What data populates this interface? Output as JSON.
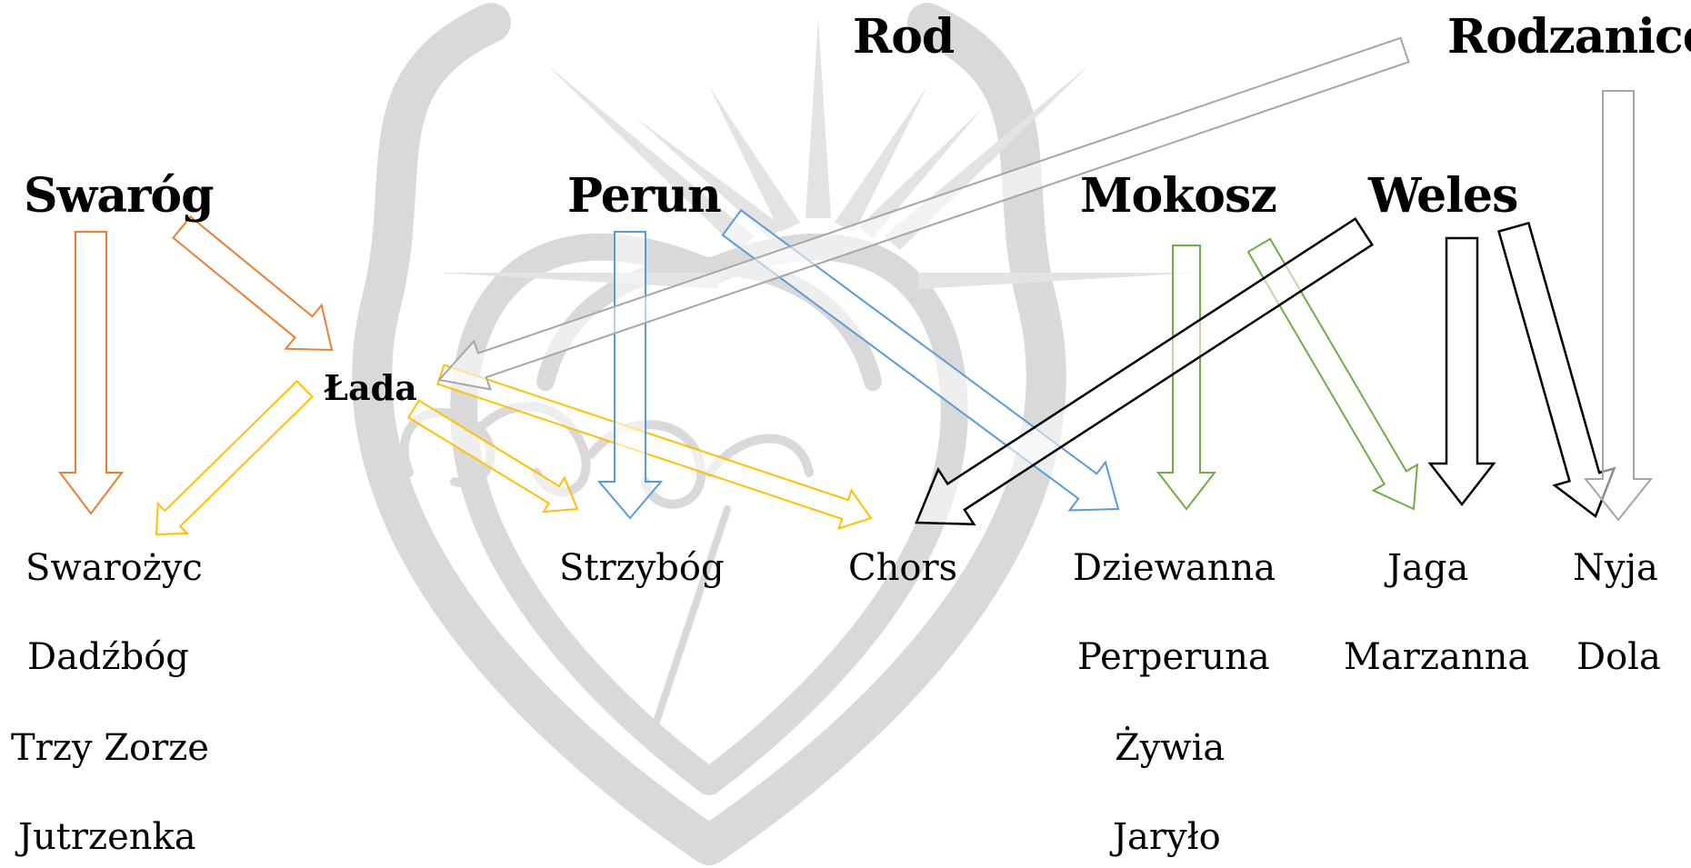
{
  "gods": {
    "rod": "Rod",
    "rodzanice": "Rodzanice",
    "swarog": "Swaróg",
    "perun": "Perun",
    "mokosz": "Mokosz",
    "weles": "Weles",
    "lada": "Łada"
  },
  "children": {
    "swarog": [
      "Swarożyc",
      "Dadźbóg",
      "Trzy Zorze",
      "Jutrzenka"
    ],
    "perun": [
      "Strzybóg"
    ],
    "chors": [
      "Chors"
    ],
    "mokosz": [
      "Dziewanna",
      "Perperuna",
      "Żywia",
      "Jaryło"
    ],
    "weles": [
      "Jaga",
      "Marzanna"
    ],
    "rodzanice": [
      "Nyja",
      "Dola"
    ]
  },
  "colors": {
    "swarog": "#ed7d31",
    "lada": "#ffc000",
    "perun": "#5b9bd5",
    "mokosz": "#70ad47",
    "weles": "#000000",
    "rodzanice": "#a6a6a6",
    "watermark": "#d9d9d9"
  },
  "relations": [
    {
      "from": "Swaróg",
      "to": "Swarożyc",
      "color": "swarog"
    },
    {
      "from": "Swaróg",
      "to": "Łada",
      "color": "swarog"
    },
    {
      "from": "Łada",
      "to": "Swarożyc",
      "color": "lada"
    },
    {
      "from": "Łada",
      "to": "Strzybóg",
      "color": "lada"
    },
    {
      "from": "Łada",
      "to": "Chors",
      "color": "lada"
    },
    {
      "from": "Perun",
      "to": "Strzybóg",
      "color": "perun"
    },
    {
      "from": "Perun",
      "to": "Dziewanna",
      "color": "perun"
    },
    {
      "from": "Mokosz",
      "to": "Dziewanna",
      "color": "mokosz"
    },
    {
      "from": "Mokosz",
      "to": "Jaga",
      "color": "mokosz"
    },
    {
      "from": "Weles",
      "to": "Chors",
      "color": "weles"
    },
    {
      "from": "Weles",
      "to": "Jaga",
      "color": "weles"
    },
    {
      "from": "Weles",
      "to": "Nyja",
      "color": "weles"
    },
    {
      "from": "Rodzanice",
      "to": "Łada",
      "color": "rodzanice"
    },
    {
      "from": "Rodzanice",
      "to": "Nyja",
      "color": "rodzanice"
    }
  ]
}
